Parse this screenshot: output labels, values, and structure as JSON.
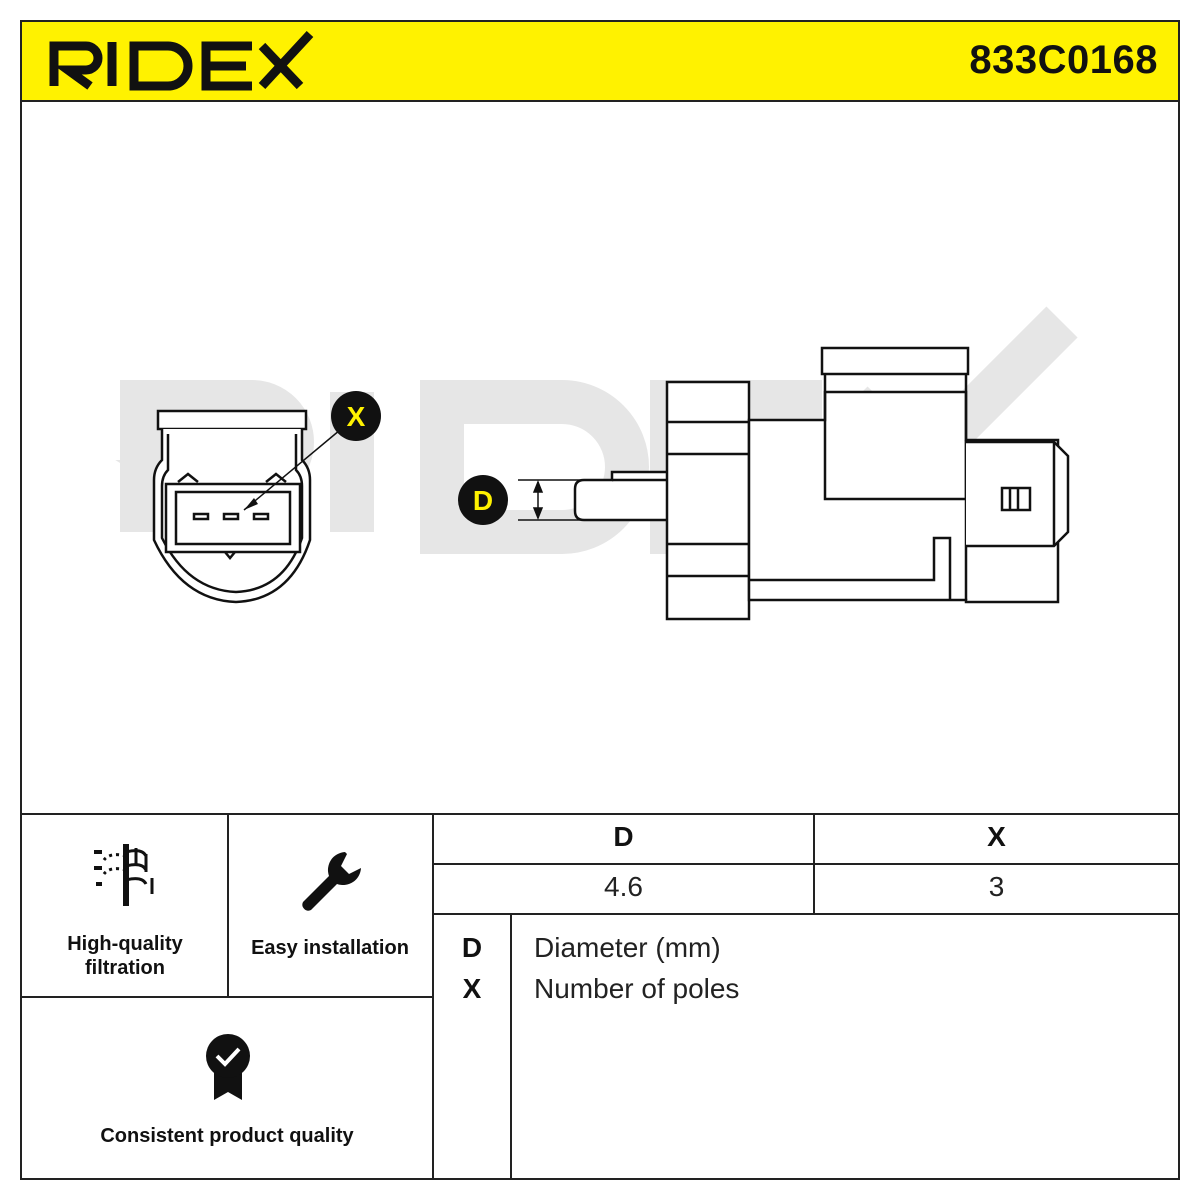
{
  "header": {
    "brand": "RIDEX",
    "part_number": "833C0168",
    "colors": {
      "banner": "#fff200",
      "marker": "#111111",
      "marker_text": "#fff200",
      "watermark": "#e6e6e6"
    }
  },
  "drawing": {
    "watermark": "RIDEX",
    "markers": {
      "x": "X",
      "d": "D"
    }
  },
  "features": [
    {
      "icon": "filtration-icon",
      "label_line1": "High-quality",
      "label_line2": "filtration"
    },
    {
      "icon": "wrench-icon",
      "label": "Easy installation"
    },
    {
      "icon": "quality-badge-icon",
      "label": "Consistent product quality"
    }
  ],
  "spec_table": {
    "headers": [
      "D",
      "X"
    ],
    "values": [
      "4.6",
      "3"
    ]
  },
  "legend": [
    {
      "key": "D",
      "description": "Diameter (mm)"
    },
    {
      "key": "X",
      "description": "Number of poles"
    }
  ]
}
